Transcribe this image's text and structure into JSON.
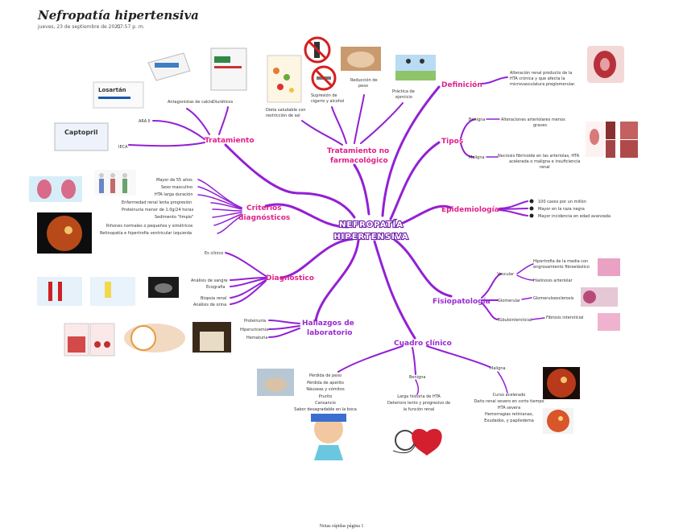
{
  "header": {
    "title": "Nefropatía hipertensiva",
    "date": "jueves, 23 de septiembre de 2021",
    "time": "07:57 p. m."
  },
  "footer": "Notas rápidas página 1",
  "center": {
    "line1": "NEFROPATÍA",
    "line2": "HIPERTENSIVA"
  },
  "tratamiento": {
    "title": "Tratamiento",
    "items": [
      "ARA II",
      "IECA",
      "Antagonistas de calcio",
      "Diuréticos"
    ],
    "drugs": [
      "Losartán",
      "Captopril"
    ]
  },
  "no_farm": {
    "title1": "Tratamiento no",
    "title2": "farmacológico",
    "items": [
      "Dieta saludable con",
      "restricción de sal",
      "Supresión de",
      "cigarro y alcohol",
      "Reducción de",
      "peso",
      "Práctica de",
      "ejercicio"
    ]
  },
  "definicion": {
    "title": "Definición",
    "lines": [
      "Alteración renal producto de la",
      "HTA crónica y que afecta la",
      "microvasculatura preglomerular."
    ]
  },
  "tipos": {
    "title": "Tipos",
    "benigna": "Benigna",
    "benigna_desc": [
      "Alteraciones arteriolares menos",
      "graves"
    ],
    "maligna": "Maligna",
    "maligna_desc": [
      "Necrosis fibrinoide en las arteriolas, HTA",
      "acelerada o maligna e insuficiencia",
      "renal"
    ]
  },
  "epidemiologia": {
    "title": "Epidemiología",
    "items": [
      "100 casos por un millón",
      "Mayor en la raza negra",
      "Mayor incidencia en edad avanzada"
    ]
  },
  "criterios": {
    "title1": "Criterios",
    "title2": "diagnósticos",
    "items": [
      "Mayor de 55 años",
      "Sexo masculino",
      "HTA larga duración",
      "Enfermedad renal lenta progresión",
      "Proteinuria menor de 1.0g/24 horas",
      "Sedimento \"limpio\"",
      "Riñones normales o pequeños y simétricos",
      "Retinopatía e hipertrofia ventricular izquierda"
    ]
  },
  "diagnostico": {
    "title": "Diagnóstico",
    "items": [
      "Es clínico",
      "Análisis de sangre",
      "Ecografía",
      "Biopsia renal",
      "Análisis de orina"
    ]
  },
  "hallazgos": {
    "title1": "Hallazgos de",
    "title2": "laboratorio",
    "items": [
      "Proteinuria",
      "Hiperuricemia",
      "Hematuria"
    ]
  },
  "fisiopatologia": {
    "title": "Fisiopatología",
    "vascular": "Vascular",
    "vascular_items": [
      "Hipertrofia de la media con",
      "engrosamiento fibroelástico",
      "Hialinosis arteriolar"
    ],
    "glomerular": "Glomerular",
    "glomerular_item": "Glomeruloesclerosis",
    "tubulo": "Túbulointersticial",
    "tubulo_item": "Fibrosis intersticial"
  },
  "cuadro": {
    "title": "Cuadro clínico",
    "benigna": "Benigna",
    "maligna": "Maligna",
    "sintomas": [
      "Pérdida de peso",
      "Pérdida de apetito",
      "Náuseas y vómitos",
      "Prurito",
      "Cansancio",
      "Sabor desagradable en la boca"
    ],
    "benigna_desc": [
      "Larga historia de HTA",
      "Deterioro lento y progresivo de",
      "la función renal"
    ],
    "maligna_desc": [
      "Curso acelerado",
      "Daño renal severo en corto tiempo",
      "HTA severa",
      "Hemorragias retinianas,",
      "Exudados, y papiledema"
    ]
  }
}
